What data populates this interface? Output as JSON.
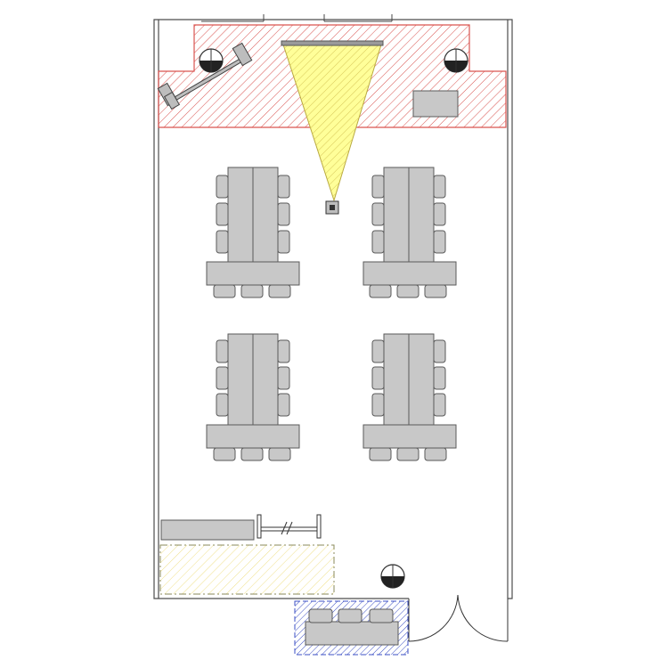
{
  "plan": {
    "colors": {
      "wall": "#4d4d4d",
      "furniture_fill": "#c8c8c8",
      "furniture_stroke": "#5a5a5a",
      "stage_hatch": "#d9534f",
      "stage_outline": "#d9534f",
      "projection_fill": "#ffff99",
      "projection_hatch": "#d8c85a",
      "buffet_hatch": "#f0e08a",
      "entry_hatch": "#3b4fc4"
    },
    "zones": [
      "stage-zone",
      "buffet-zone",
      "entry-zone"
    ],
    "table_groups": 4,
    "chairs_per_side": 3,
    "chairs_at_head": 3,
    "speakers": 3
  }
}
